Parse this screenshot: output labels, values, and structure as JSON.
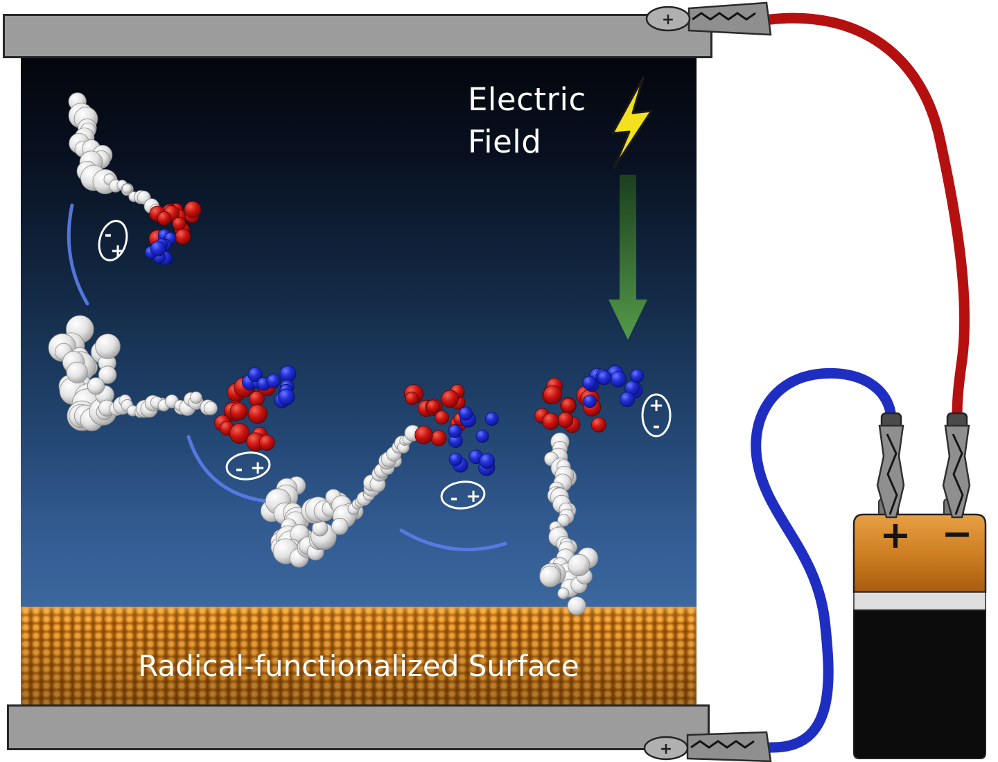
{
  "diagram": {
    "electric_field": {
      "line1": "Electric",
      "line2": "Field"
    },
    "surface_label": "Radical-functionalized Surface"
  },
  "dipoles": [
    {
      "minus": "-",
      "plus": "+"
    },
    {
      "minus": "-",
      "plus": "+"
    },
    {
      "minus": "-",
      "plus": "+"
    },
    {
      "plus": "+",
      "minus": "-"
    }
  ],
  "battery": {
    "positive_label": "+",
    "negative_label": "−"
  },
  "terminals": {
    "top_mark": "+",
    "bottom_mark": "+"
  },
  "colors": {
    "wire_positive_red": "#b51010",
    "wire_negative_blue": "#1f2ec2",
    "field_arrow_green": "#4f9340",
    "lightning_yellow": "#f2e11c",
    "surface_orange": "#c97718",
    "electrode_gray": "#9c9c9c",
    "monomer_red": "#cc1410",
    "monomer_blue": "#2230d8",
    "polymer_white": "#e3e3e3",
    "panel_top": "#04060c",
    "panel_bottom": "#3e6ba2",
    "trajectory_blue": "#5a7ce8",
    "battery_copper": "#cf7f22"
  }
}
